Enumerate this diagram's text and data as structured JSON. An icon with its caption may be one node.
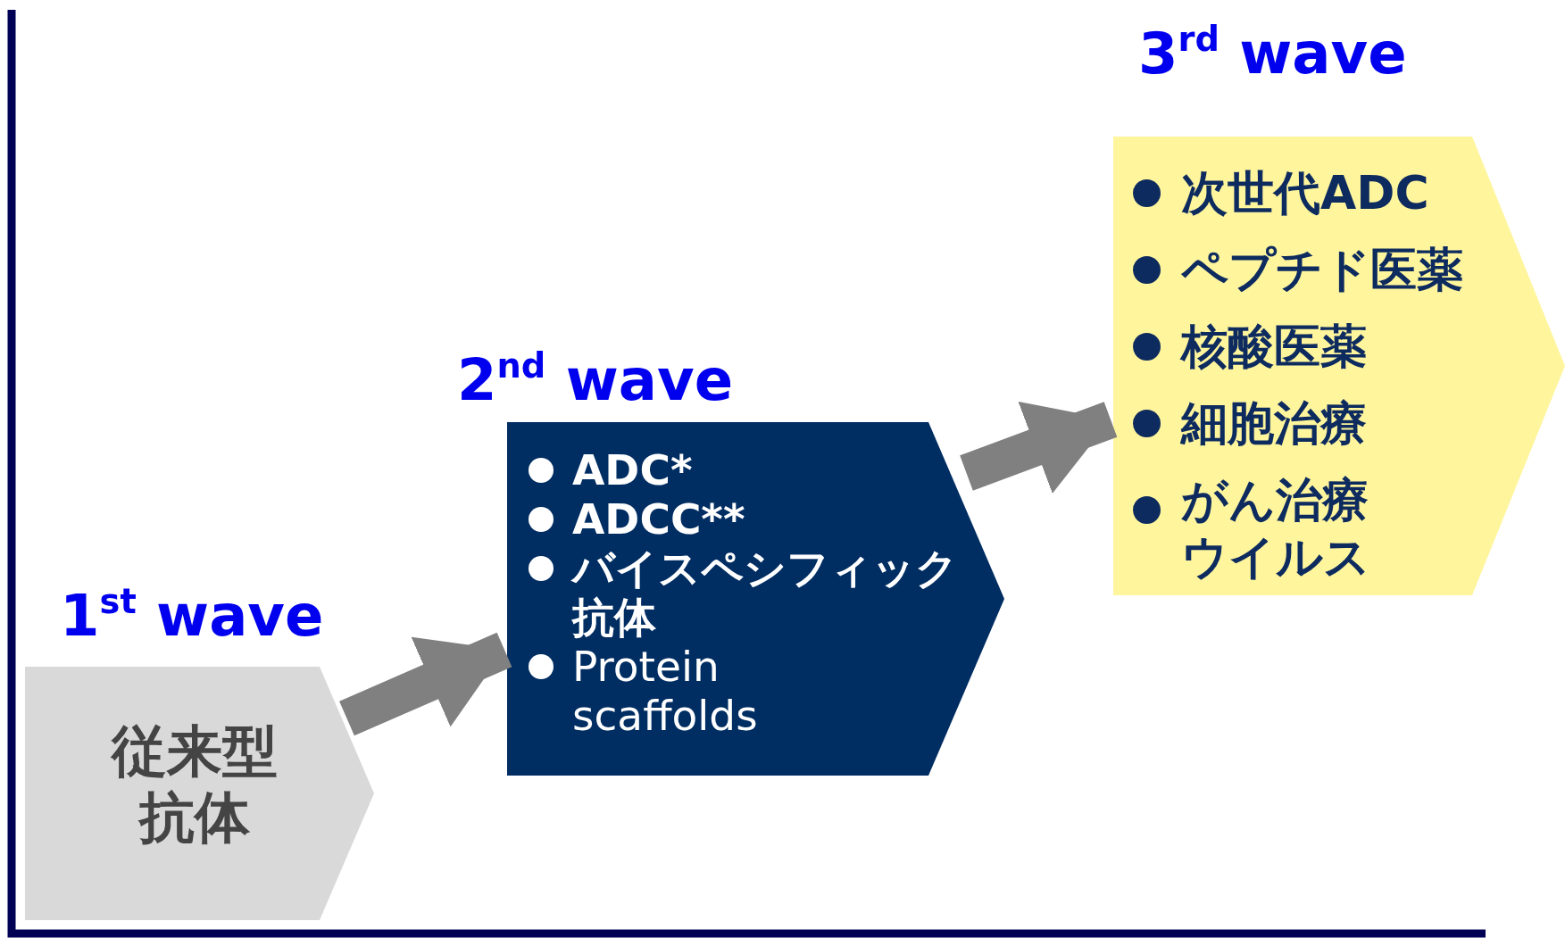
{
  "diagram": {
    "nodes": [
      {
        "text": [
          "1$^{st}$ wave",
          "従来型抗体"
        ]
      },
      {
        "text": [
          "2$^{nd}$ wave",
          "ADC*",
          "ADCC**",
          "バイスペシフィック抗体",
          "Protein scaffolds"
        ]
      },
      {
        "text": [
          "3$^{rd}$ wave",
          "次世代ADC",
          "ペプチド医薬",
          "核酸医薬",
          "細胞治療",
          "がん治療ウイルス"
        ]
      }
    ],
    "edges": [
      {
        "from": 0,
        "to": 1,
        "arrow": "to"
      },
      {
        "from": 1,
        "to": 2,
        "arrow": "to"
      }
    ]
  }
}
